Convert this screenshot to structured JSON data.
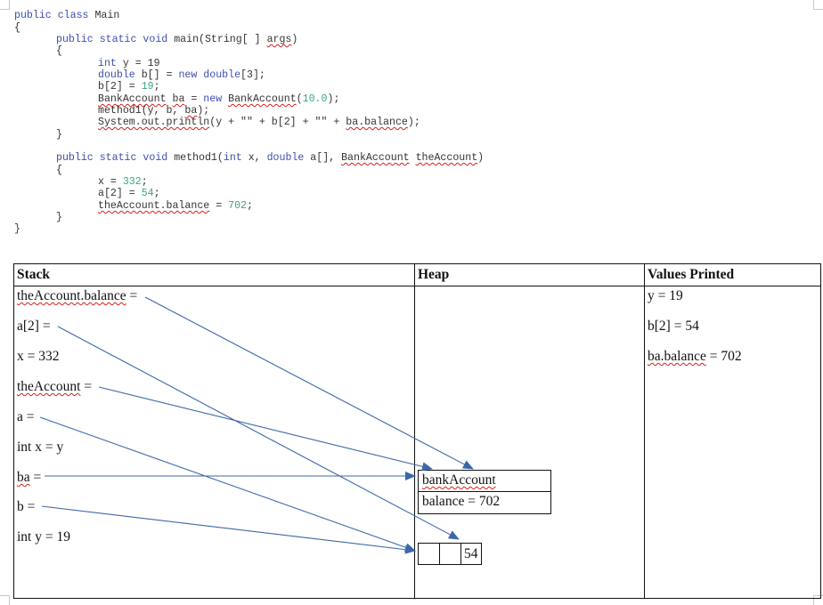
{
  "code": {
    "l1": "public class Main",
    "l2": "{",
    "l3a": "public static void",
    "l3b": " main(String[ ] ",
    "l3c": "args",
    "l3d": ")",
    "l4": "{",
    "l5a": "int",
    "l5b": " y = 19",
    "l6a": "double",
    "l6b": " b[] = ",
    "l6c": "new double",
    "l6d": "[3];",
    "l7a": "b[2] = ",
    "l7b": "19",
    "l7c": ";",
    "l8a": "BankAccount",
    "l8b": " ",
    "l8c": "ba",
    "l8d": " = ",
    "l8e": "new",
    "l8f": " ",
    "l8g": "BankAccount",
    "l8h": "(",
    "l8i": "10.0",
    "l8j": ");",
    "l9a": "method1(y, b, ",
    "l9b": "ba",
    "l9c": ");",
    "l10a": "System.out.println",
    "l10b": "(y + \"\" + b[2] + \"\" + ",
    "l10c": "ba.balance",
    "l10d": ");",
    "l11": "}",
    "l12a": "public static void",
    "l12b": " method1(",
    "l12c": "int",
    "l12d": " x, ",
    "l12e": "double",
    "l12f": " a[], ",
    "l12g": "BankAccount",
    "l12h": " ",
    "l12i": "theAccount",
    "l12j": ")",
    "l13": "{",
    "l14a": "x = ",
    "l14b": "332",
    "l14c": ";",
    "l15a": "a[2] = ",
    "l15b": "54",
    "l15c": ";",
    "l16a": "theAccount.balance",
    "l16b": " = ",
    "l16c": "702",
    "l16d": ";",
    "l17": "}",
    "l18": "}"
  },
  "table": {
    "headers": [
      "Stack",
      "Heap",
      "Values Printed"
    ],
    "stack": [
      "theAccount.balance",
      " =",
      "a[2] =",
      "x = 332",
      "theAccount",
      " =",
      "a =",
      "int x = y",
      "ba",
      " =",
      "b =",
      "int y = 19"
    ],
    "heap": {
      "object_title": "bankAccount",
      "object_field": "balance = 702",
      "array_cells": [
        "",
        "",
        "54"
      ]
    },
    "printed": [
      "y = 19",
      "b[2] = 54",
      "ba.balance",
      " = 702"
    ]
  },
  "colors": {
    "keyword": "#3e4fae",
    "number": "#3aa67d",
    "text": "#333333",
    "arrow": "#3b67a8",
    "squiggle": "#d22020"
  }
}
